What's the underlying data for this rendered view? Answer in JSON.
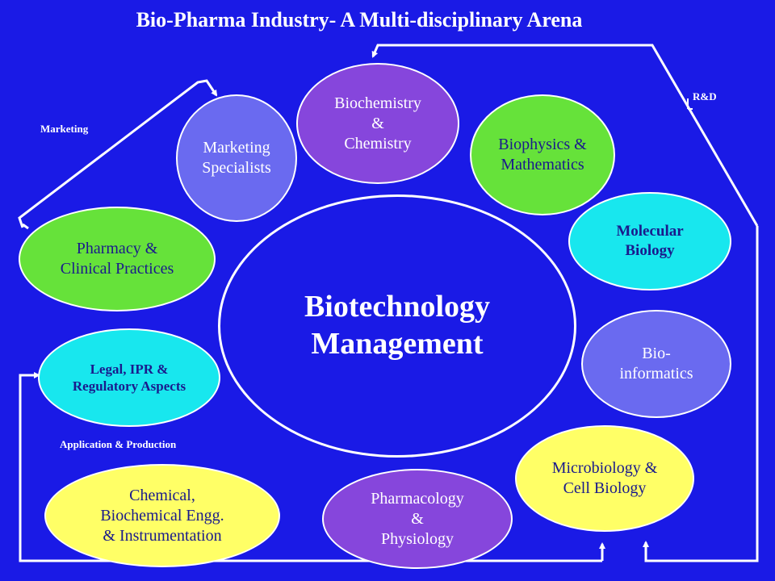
{
  "title": "Bio-Pharma Industry- A Multi-disciplinary Arena",
  "center": "Biotechnology\nManagement",
  "labels": {
    "marketing": "Marketing",
    "rnd": "R&D",
    "application": "Application & Production"
  },
  "nodes": {
    "marketing_specialists": "Marketing\nSpecialists",
    "biochemistry": "Biochemistry\n&\nChemistry",
    "biophysics": "Biophysics &\nMathematics",
    "molecular_biology": "Molecular\nBiology",
    "bioinformatics": "Bio-\ninformatics",
    "microbiology": "Microbiology &\nCell Biology",
    "pharmacology": "Pharmacology\n&\nPhysiology",
    "chemical": "Chemical,\nBiochemical Engg.\n& Instrumentation",
    "legal": "Legal, IPR &\nRegulatory Aspects",
    "pharmacy": "Pharmacy &\nClinical Practices"
  },
  "colors": {
    "background": "#1a1ae6",
    "green": "#66e23a",
    "purple": "#8646dc",
    "periwinkle": "#6a6af0",
    "cyan": "#18e7ee",
    "yellow": "#ffff66",
    "line": "#ffffff"
  }
}
